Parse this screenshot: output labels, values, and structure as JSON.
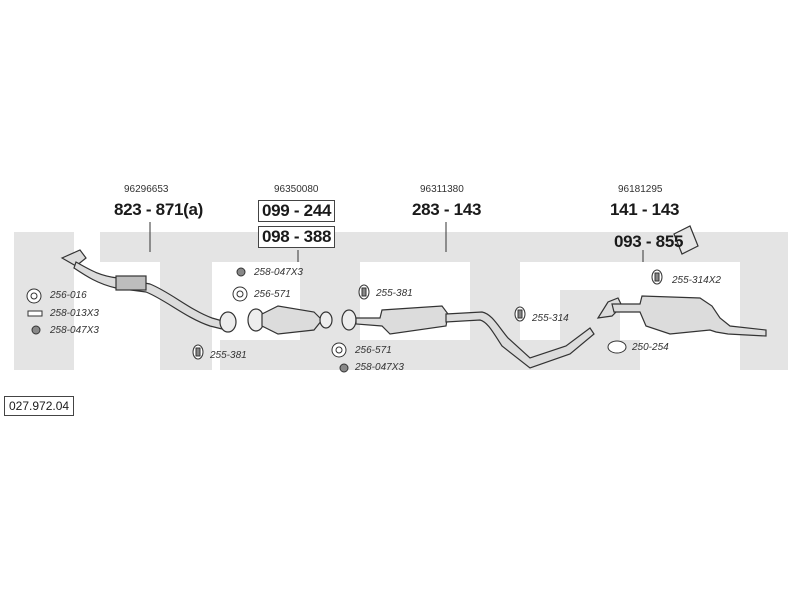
{
  "catalog_number": "027.972.04",
  "sections": [
    {
      "oem": "96296653",
      "part": "823 - 871(a)"
    },
    {
      "oem": "96350080",
      "parts": [
        "099 - 244",
        "098 - 388"
      ]
    },
    {
      "oem": "96311380",
      "part": "283 - 143"
    },
    {
      "oem": "96181295",
      "part": "141 - 143",
      "extra": "093 - 855"
    }
  ],
  "fittings": {
    "f1": "256-016",
    "f2": "258-013X3",
    "f3": "258-047X3",
    "f4": "255-381",
    "f5": "258-047X3",
    "f6": "256-571",
    "f7": "255-381",
    "f8": "256-571",
    "f9": "258-047X3",
    "f10": "255-314",
    "f11": "255-314X2",
    "f12": "250-254"
  },
  "colors": {
    "band": "#e3e3e3",
    "pipe": "#d8d8d8",
    "stroke": "#333333"
  }
}
